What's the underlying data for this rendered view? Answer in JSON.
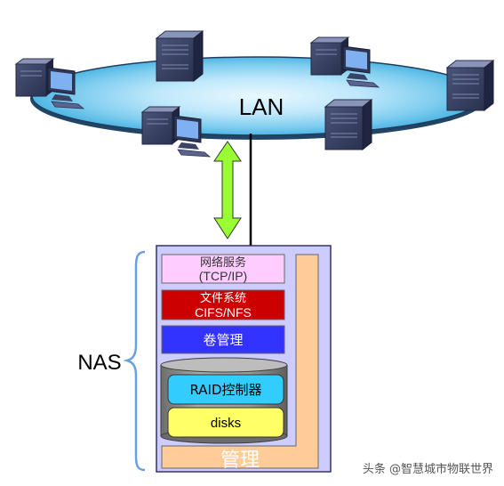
{
  "network": {
    "label": "LAN"
  },
  "nas": {
    "label": "NAS",
    "layers": {
      "network_service": {
        "line1": "网络服务",
        "line2": "(TCP/IP)",
        "fill": "#ffccff"
      },
      "file_system": {
        "line1": "文件系统",
        "line2": "CIFS/NFS",
        "fill": "#cc0000"
      },
      "volume_management": {
        "label": "卷管理",
        "fill": "#3333ff"
      },
      "raid_controller": {
        "label": "RAID控制器",
        "fill": "#33ccff"
      },
      "disks": {
        "label": "disks",
        "fill": "#ffff66"
      }
    },
    "management": {
      "label": "管理",
      "fill": "#ffcc99"
    },
    "container_fill": "#ccccff"
  },
  "connector": {
    "type": "double-arrow",
    "fill": "#99ff33"
  },
  "computers": [
    {
      "type": "desktop"
    },
    {
      "type": "tower"
    },
    {
      "type": "desktop"
    },
    {
      "type": "tower"
    },
    {
      "type": "desktop"
    },
    {
      "type": "tower"
    }
  ],
  "watermark": "头条 @智慧城市物联世界"
}
